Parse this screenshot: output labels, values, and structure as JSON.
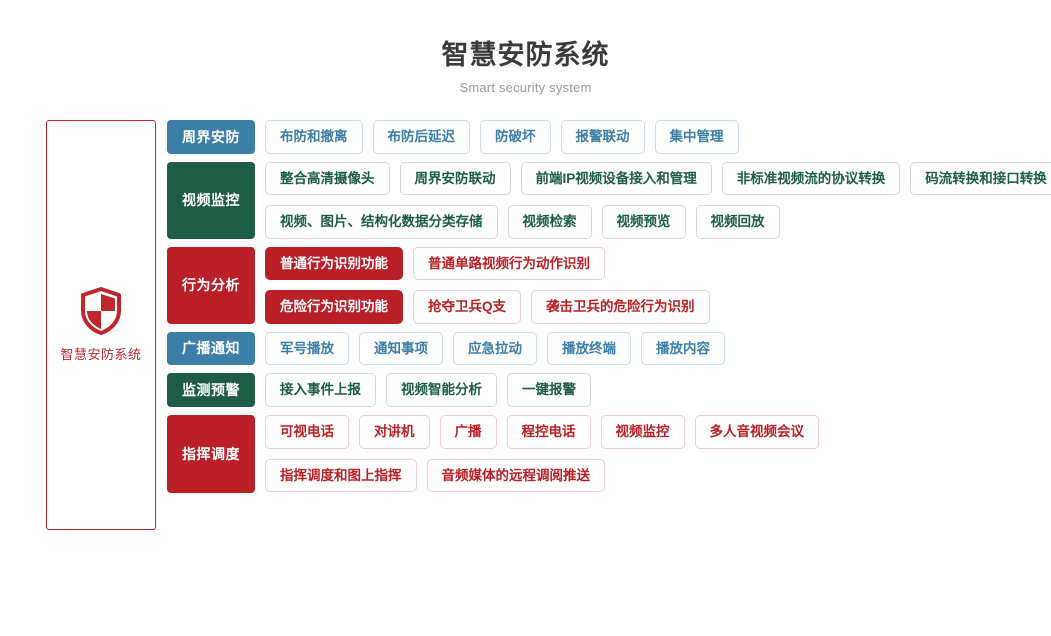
{
  "header": {
    "title": "智慧安防系统",
    "subtitle": "Smart security system"
  },
  "system_panel": {
    "icon": "shield-icon",
    "label": "智慧安防系统",
    "border_color": "#c0272d",
    "text_color": "#c0272d"
  },
  "palette": {
    "blue": "#3b7ea8",
    "green": "#1d5c45",
    "red": "#bb2026",
    "title_gray": "#3b3b3b",
    "subtitle_gray": "#9a9a9a"
  },
  "rows": [
    {
      "category": "周界安防",
      "color": "blue",
      "lines": [
        {
          "items": [
            {
              "label": "布防和撤离"
            },
            {
              "label": "布防后延迟"
            },
            {
              "label": "防破坏"
            },
            {
              "label": "报警联动"
            },
            {
              "label": "集中管理"
            }
          ]
        }
      ]
    },
    {
      "category": "视频监控",
      "color": "green",
      "lines": [
        {
          "items": [
            {
              "label": "整合高清摄像头"
            },
            {
              "label": "周界安防联动"
            },
            {
              "label": "前端IP视频设备接入和管理"
            },
            {
              "label": "非标准视频流的协议转换"
            },
            {
              "label": "码流转换和接口转换"
            }
          ]
        },
        {
          "items": [
            {
              "label": "视频、图片、结构化数据分类存储"
            },
            {
              "label": "视频检索"
            },
            {
              "label": "视频预览"
            },
            {
              "label": "视频回放"
            }
          ]
        }
      ]
    },
    {
      "category": "行为分析",
      "color": "red",
      "lines": [
        {
          "items": [
            {
              "label": "普通行为识别功能",
              "solid": true
            },
            {
              "label": "普通单路视频行为动作识别"
            }
          ]
        },
        {
          "items": [
            {
              "label": "危险行为识别功能",
              "solid": true
            },
            {
              "label": "抢夺卫兵Q支"
            },
            {
              "label": "袭击卫兵的危险行为识别"
            }
          ]
        }
      ]
    },
    {
      "category": "广播通知",
      "color": "blue",
      "lines": [
        {
          "items": [
            {
              "label": "军号播放"
            },
            {
              "label": "通知事项"
            },
            {
              "label": "应急拉动"
            },
            {
              "label": "播放终端"
            },
            {
              "label": "播放内容"
            }
          ]
        }
      ]
    },
    {
      "category": "监测预警",
      "color": "green",
      "lines": [
        {
          "items": [
            {
              "label": "接入事件上报"
            },
            {
              "label": "视频智能分析"
            },
            {
              "label": "一键报警"
            }
          ]
        }
      ]
    },
    {
      "category": "指挥调度",
      "color": "red",
      "lines": [
        {
          "items": [
            {
              "label": "可视电话"
            },
            {
              "label": "对讲机"
            },
            {
              "label": "广播"
            },
            {
              "label": "程控电话"
            },
            {
              "label": "视频监控"
            },
            {
              "label": "多人音视频会议"
            }
          ]
        },
        {
          "items": [
            {
              "label": "指挥调度和图上指挥"
            },
            {
              "label": "音频媒体的远程调阅推送"
            }
          ]
        }
      ]
    }
  ]
}
